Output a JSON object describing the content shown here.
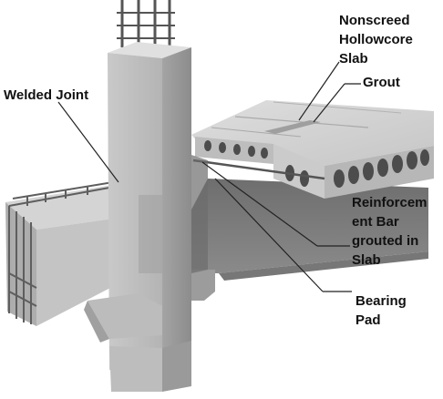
{
  "labels": {
    "nonscreed": [
      "Nonscreed",
      "Hollowcore",
      "Slab"
    ],
    "grout": "Grout",
    "welded_joint": "Welded Joint",
    "reinforcement": [
      "Reinforcem",
      "ent Bar",
      "grouted in",
      "Slab"
    ],
    "bearing_pad": [
      "Bearing",
      "Pad"
    ]
  },
  "colors": {
    "concrete_light": "#d6d6d6",
    "concrete_mid": "#b8b8b8",
    "concrete_dark": "#8e8e8e",
    "shadow": "#5f5f5f",
    "rebar": "#6a6a6a",
    "leader": "#222222"
  }
}
